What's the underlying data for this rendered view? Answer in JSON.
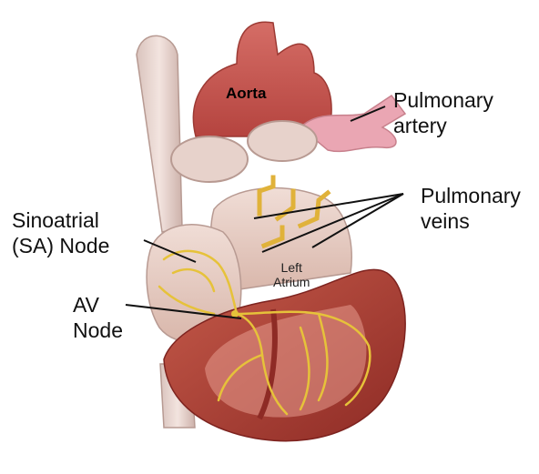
{
  "labels": {
    "aorta": "Aorta",
    "pulmonary_artery_line1": "Pulmonary",
    "pulmonary_artery_line2": "artery",
    "pulmonary_veins_line1": "Pulmonary",
    "pulmonary_veins_line2": "veins",
    "sa_node_line1": "Sinoatrial",
    "sa_node_line2": "(SA) Node",
    "av_node_line1": "AV",
    "av_node_line2": "Node",
    "left_atrium_line1": "Left",
    "left_atrium_line2": "Atrium"
  },
  "colors": {
    "muscle": "#b8463a",
    "muscle_dark": "#8e2b25",
    "vessel": "#e9d6d0",
    "aorta": "#c65a55",
    "pulmonary_artery": "#e9a3b0",
    "conduction": "#e6c23a",
    "pulmonary_vein": "#e0b23a",
    "leader_line": "#111111"
  }
}
